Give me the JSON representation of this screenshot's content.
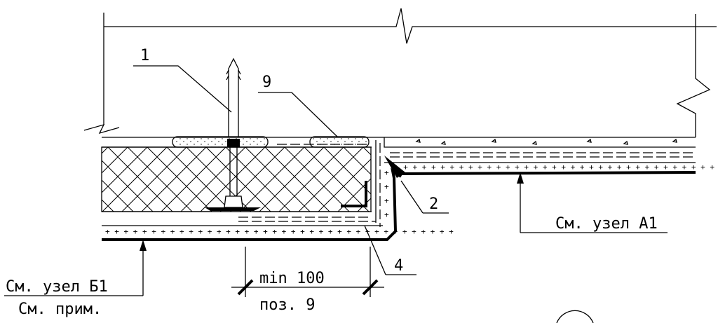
{
  "labels": {
    "item1": "1",
    "item2": "2",
    "item4": "4",
    "item9": "9",
    "ref_a1": "См. узел А1",
    "ref_b1": "См. узел Б1",
    "ref_note": "См. прим.",
    "dim_value": "min 100",
    "dim_pos": "поз. 9"
  }
}
